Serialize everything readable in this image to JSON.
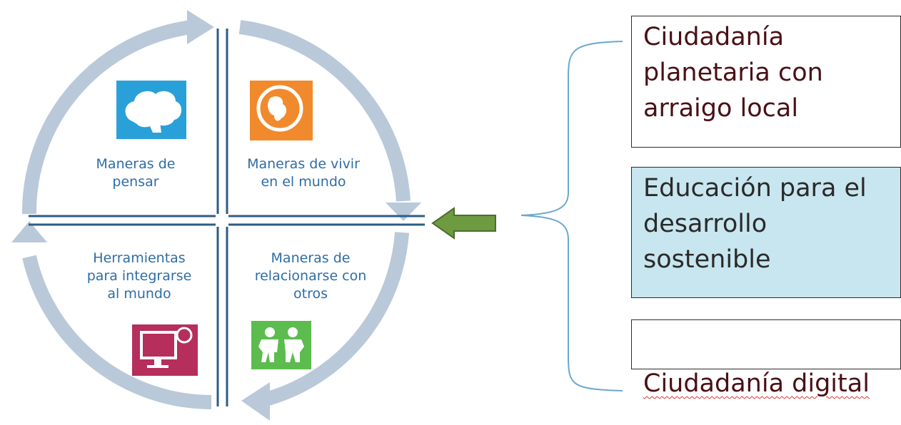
{
  "quadrants": {
    "top_left": {
      "label": "Maneras de\npensar",
      "icon": "brain-icon",
      "icon_color": "#2aa0d8"
    },
    "top_right": {
      "label": "Maneras de vivir\nen el mundo",
      "icon": "globe-icon",
      "icon_color": "#f08a2c"
    },
    "bottom_left": {
      "label": "Herramientas\npara integrarse\nal mundo",
      "icon": "computer-icon",
      "icon_color": "#b52e5c"
    },
    "bottom_right": {
      "label": "Maneras de\nrelacionarse con\notros",
      "icon": "children-icon",
      "icon_color": "#5cbc4e"
    }
  },
  "boxes": [
    {
      "text": "Ciudadanía\nplanetaria con\narraigo local"
    },
    {
      "text": "Educación para el\ndesarrollo\nsostenible"
    },
    {
      "text": "Ciudadanía digital"
    }
  ],
  "colors": {
    "cycle_arrow": "#b9c9d9",
    "divider": "#2c5d86",
    "pointer_arrow": "#6e9a40",
    "brace": "#6aa8cf"
  }
}
